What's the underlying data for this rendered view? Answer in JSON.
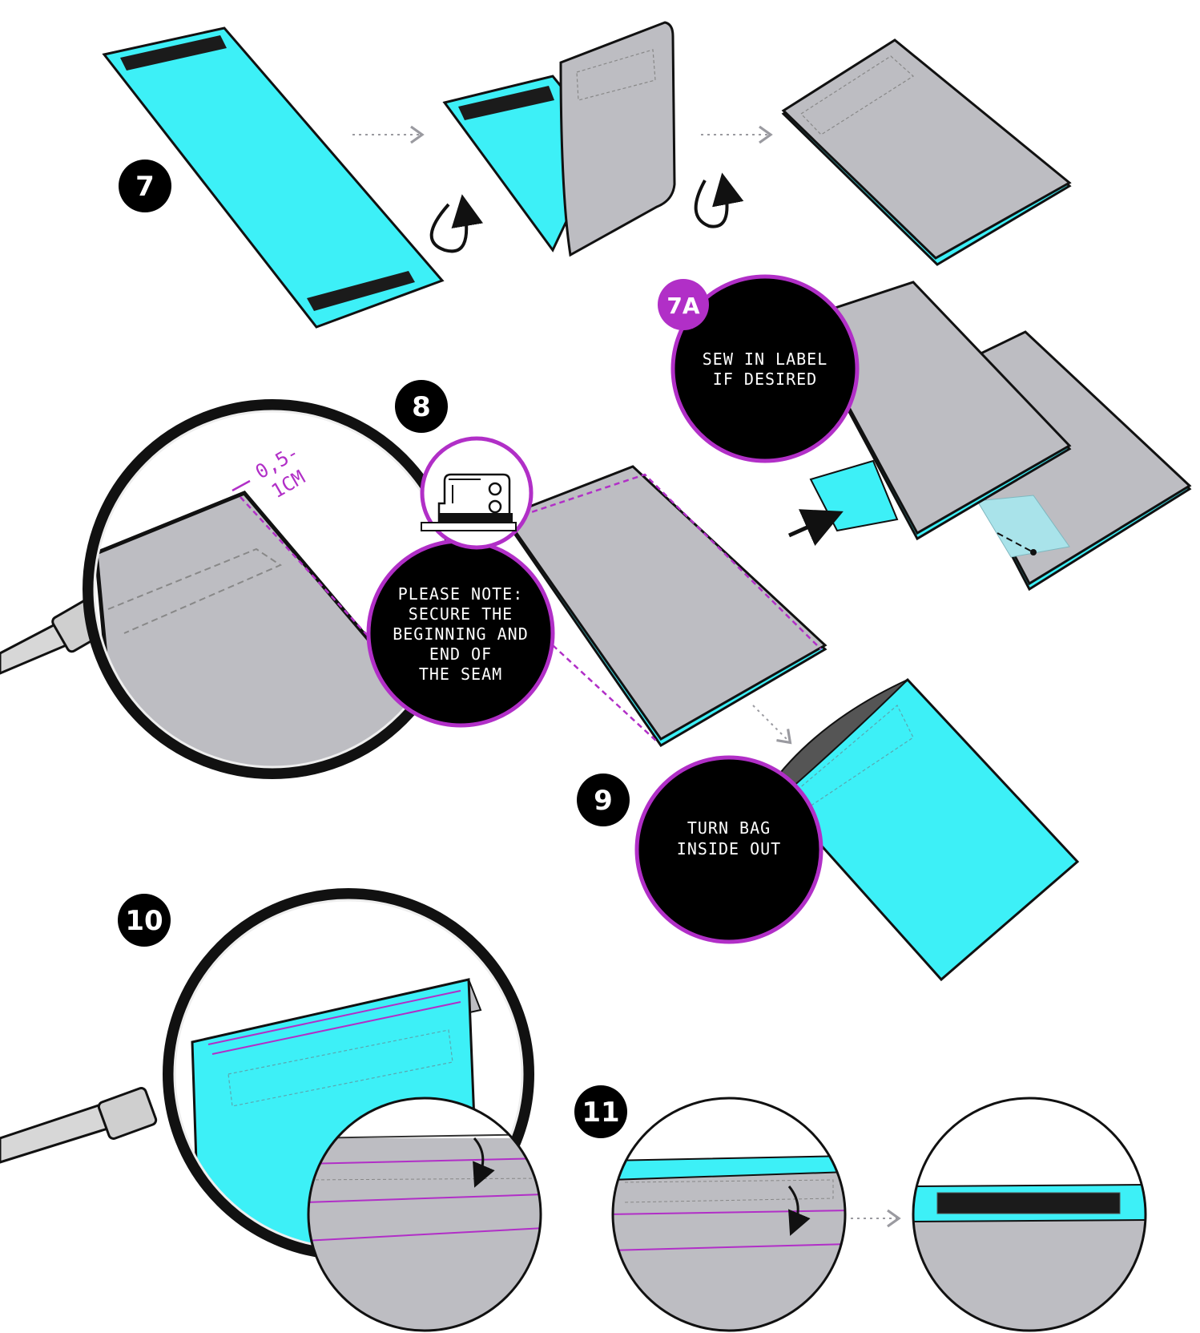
{
  "steps": {
    "s7": {
      "number": "7"
    },
    "s7a": {
      "number": "7A",
      "caption_lines": [
        "SEW IN LABEL",
        "IF DESIRED"
      ]
    },
    "s8": {
      "number": "8",
      "measure_lines": [
        "0,5-",
        "1CM"
      ],
      "caption_lines": [
        "PLEASE NOTE:",
        "SECURE THE",
        "BEGINNING AND",
        "END OF",
        "THE SEAM"
      ]
    },
    "s9": {
      "number": "9",
      "caption_lines": [
        "TURN BAG",
        "INSIDE OUT"
      ]
    },
    "s10": {
      "number": "10"
    },
    "s11": {
      "number": "11"
    }
  },
  "icons": [
    "sewing-machine-icon",
    "fold-arrow-icon",
    "dotted-arrow-icon",
    "magnifier-icon"
  ],
  "colors": {
    "fabric_outer": "#3df0f7",
    "fabric_inner": "#bdbdc2",
    "velcro": "#1b1b1b",
    "accent": "#b12fc7",
    "badge": "#000000"
  }
}
